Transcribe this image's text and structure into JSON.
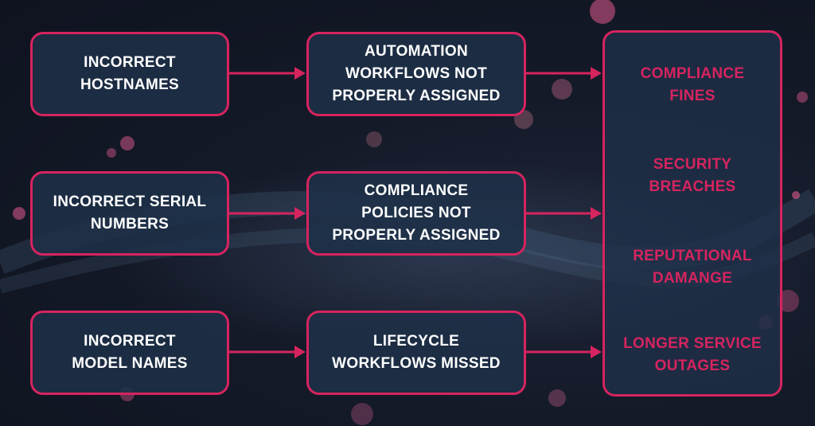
{
  "colors": {
    "accent": "#d6245f",
    "box_fill": "#1e3048",
    "background": "#141a28",
    "text": "#ffffff"
  },
  "causes": [
    "INCORRECT\nHOSTNAMES",
    "INCORRECT SERIAL\nNUMBERS",
    "INCORRECT\nMODEL NAMES"
  ],
  "effects": [
    "AUTOMATION\nWORKFLOWS NOT\nPROPERLY ASSIGNED",
    "COMPLIANCE\nPOLICIES NOT\nPROPERLY ASSIGNED",
    "LIFECYCLE\nWORKFLOWS MISSED"
  ],
  "outcomes": [
    "COMPLIANCE\nFINES",
    "SECURITY\nBREACHES",
    "REPUTATIONAL\nDAMANGE",
    "LONGER SERVICE\nOUTAGES"
  ]
}
